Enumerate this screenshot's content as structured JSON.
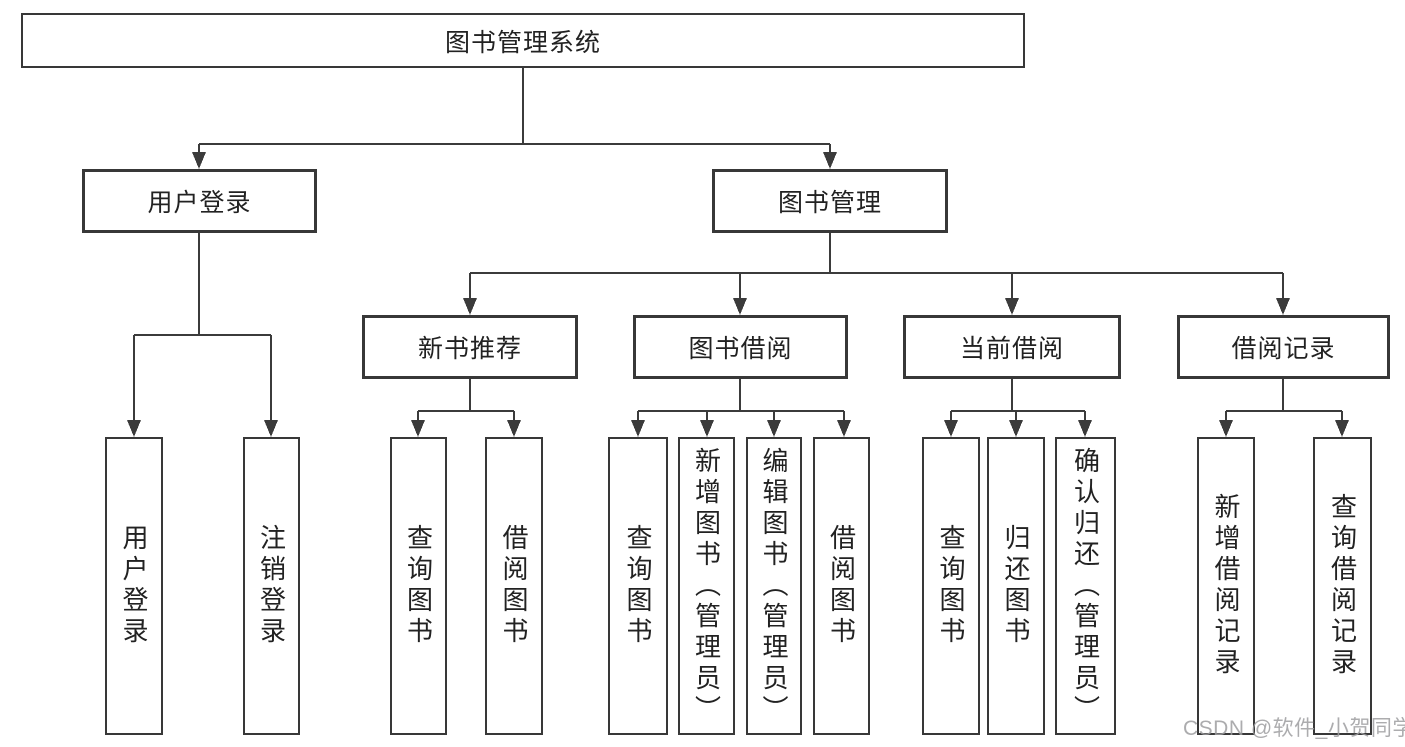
{
  "diagram": {
    "title": "图书管理系统",
    "tree": {
      "root": {
        "label": "图书管理系统"
      },
      "children": [
        {
          "label": "用户登录",
          "children": [
            {
              "label": "用户登录"
            },
            {
              "label": "注销登录"
            }
          ]
        },
        {
          "label": "图书管理",
          "children": [
            {
              "label": "新书推荐",
              "children": [
                {
                  "label": "查询图书"
                },
                {
                  "label": "借阅图书"
                }
              ]
            },
            {
              "label": "图书借阅",
              "children": [
                {
                  "label": "查询图书"
                },
                {
                  "label": "新增图书（管理员）"
                },
                {
                  "label": "编辑图书（管理员）"
                },
                {
                  "label": "借阅图书"
                }
              ]
            },
            {
              "label": "当前借阅",
              "children": [
                {
                  "label": "查询图书"
                },
                {
                  "label": "归还图书"
                },
                {
                  "label": "确认归还（管理员）"
                }
              ]
            },
            {
              "label": "借阅记录",
              "children": [
                {
                  "label": "新增借阅记录"
                },
                {
                  "label": "查询借阅记录"
                }
              ]
            }
          ]
        }
      ]
    },
    "watermark": {
      "text": "CSDN @软件_小贺同学"
    },
    "colors": {
      "line": "#3b3b3b",
      "box_border": "#383838",
      "text": "#222222",
      "watermark": "#9e9ea0",
      "background": "#ffffff"
    }
  }
}
